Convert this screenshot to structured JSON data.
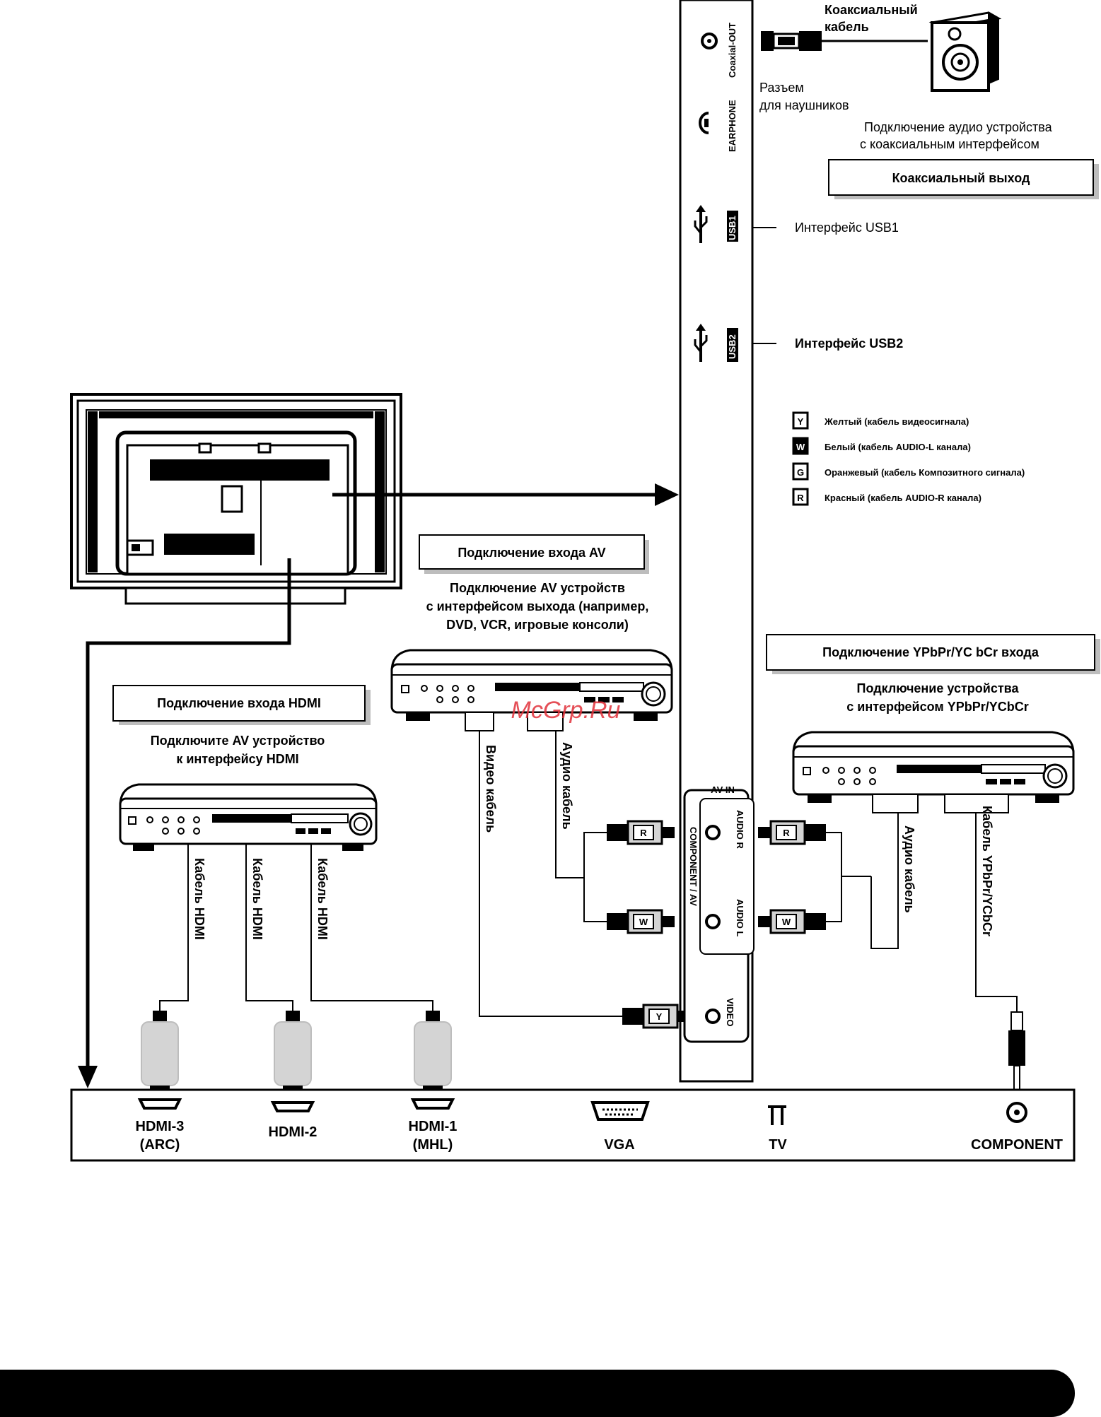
{
  "coax": {
    "cable_label_line1": "Коаксиальный",
    "cable_label_line2": "кабель",
    "port_label": "Coaxial-OUT",
    "desc_line1": "Подключение аудио устройства",
    "desc_line2": "с коаксиальным интерфейсом",
    "box_title": "Коаксиальный выход"
  },
  "earphone": {
    "port_label": "EARPHONE",
    "desc_line1": "Разъем",
    "desc_line2": "для наушников"
  },
  "usb1": {
    "port_label": "USB1",
    "desc": "Интерфейс USB1"
  },
  "usb2": {
    "port_label": "USB2",
    "desc": "Интерфейс USB2"
  },
  "legend": [
    {
      "letter": "Y",
      "text": "Желтый (кабель видеосигнала)"
    },
    {
      "letter": "W",
      "text": "Белый (кабель AUDIO-L канала)"
    },
    {
      "letter": "G",
      "text": "Оранжевый (кабель Композитного сигнала)"
    },
    {
      "letter": "R",
      "text": "Красный (кабель AUDIO-R канала)"
    }
  ],
  "av": {
    "box_title": "Подключение входа AV",
    "desc_line1": "Подключение AV устройств",
    "desc_line2": "с интерфейсом выхода (например,",
    "desc_line3": "DVD, VCR, игровые консоли)",
    "video_cable": "Видео кабель",
    "audio_cable": "Аудио кабель"
  },
  "hdmi": {
    "box_title": "Подключение входа HDMI",
    "desc_line1": "Подключите AV устройство",
    "desc_line2": "к интерфейсу HDMI",
    "cable_label": "Кабель HDMI"
  },
  "ypbpr": {
    "box_title": "Подключение YPbPr/YC bCr входа",
    "desc_line1": "Подключение устройства",
    "desc_line2": "с интерфейсом YPbPr/YCbCr",
    "audio_cable": "Аудио кабель",
    "component_cable": "Кабель YPbPr/YCbCr"
  },
  "panel": {
    "av_in": "AV-IN",
    "component_av": "COMPONENT / AV",
    "audio_r": "AUDIO R",
    "audio_l": "AUDIO L",
    "video": "VIDEO",
    "ports": {
      "hdmi3_line1": "HDMI-3",
      "hdmi3_line2": "(ARC)",
      "hdmi2": "HDMI-2",
      "hdmi1_line1": "HDMI-1",
      "hdmi1_line2": "(MHL)",
      "vga": "VGA",
      "tv": "TV",
      "component": "COMPONENT"
    }
  },
  "watermark": "McGrp.Ru",
  "colors": {
    "ink": "#000000",
    "paper": "#ffffff",
    "watermark": "#e0303a",
    "shadow": "#bdbdbd",
    "plug": "#d4d4d4"
  }
}
